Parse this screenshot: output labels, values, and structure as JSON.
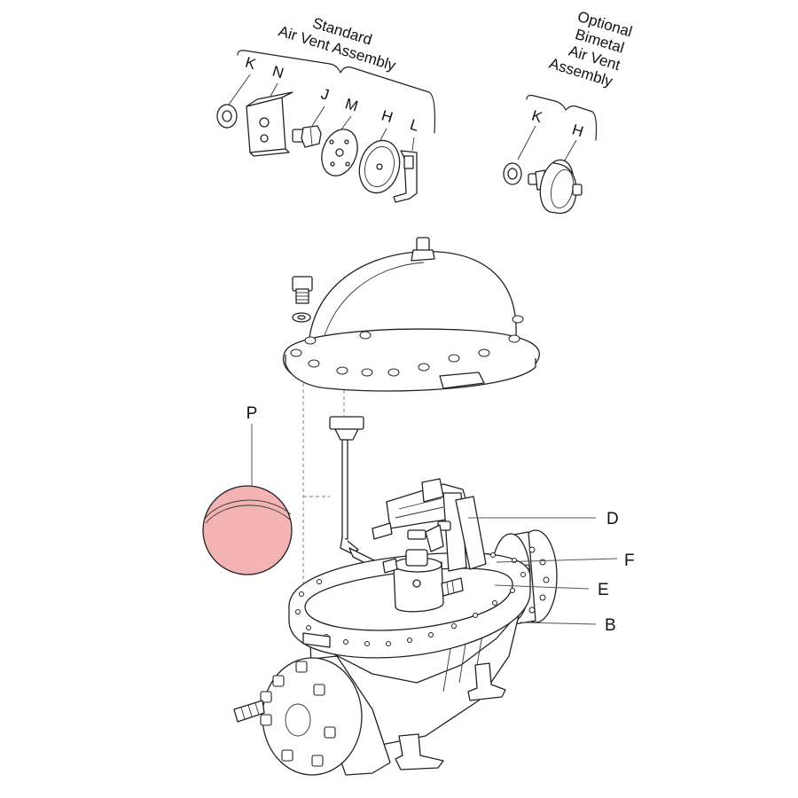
{
  "standard_assembly": {
    "title_line1": "Standard",
    "title_line2": "Air Vent Assembly",
    "parts": [
      "K",
      "N",
      "J",
      "M",
      "H",
      "L"
    ]
  },
  "optional_assembly": {
    "title_lines": [
      "Optional",
      "Bimetal",
      "Air Vent",
      "Assembly"
    ],
    "parts": [
      "K",
      "H"
    ]
  },
  "callouts": {
    "P": "P",
    "D": "D",
    "F": "F",
    "E": "E",
    "B": "B"
  },
  "colors": {
    "float_fill": "#f4b3b3",
    "line": "#222222"
  }
}
